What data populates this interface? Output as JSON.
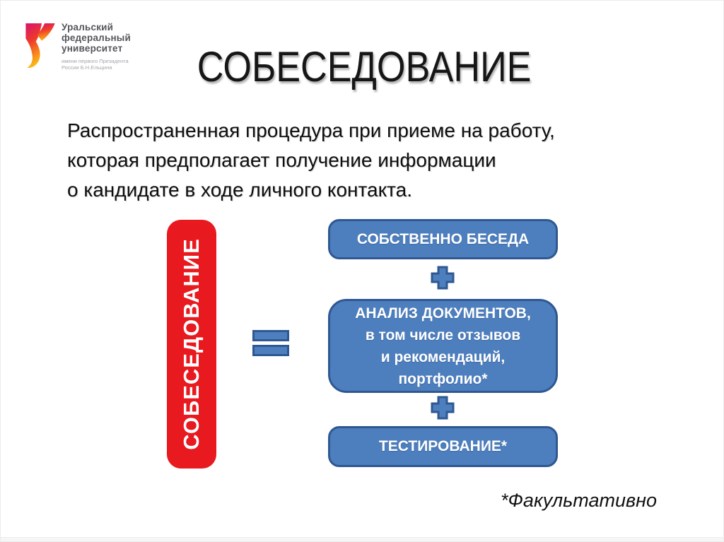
{
  "slide": {
    "logo": {
      "org_lines": [
        "Уральский",
        "федеральный",
        "университет"
      ],
      "sub_lines": [
        "имени первого Президента",
        "России Б.Н.Ельцина"
      ]
    },
    "title": "СОБЕСЕДОВАНИЕ",
    "body": {
      "lines": [
        "Распространенная процедура при приеме на работу,",
        "которая предполагает получение информации",
        "о кандидате в ходе личного контакта."
      ]
    },
    "diagram": {
      "left_label": "СОБЕСЕДОВАНИЕ",
      "boxes": [
        {
          "lines": [
            "СОБСТВЕННО БЕСЕДА"
          ]
        },
        {
          "lines": [
            "АНАЛИЗ ДОКУМЕНТОВ,",
            "в том числе отзывов",
            "и рекомендаций,",
            "портфолио*"
          ]
        },
        {
          "lines": [
            "ТЕСТИРОВАНИЕ*"
          ]
        }
      ],
      "colors": {
        "red": "#e8191f",
        "blue": "#4d7ebd",
        "blue-border": "#2f5892"
      }
    },
    "footnote": "*Факультативно"
  }
}
